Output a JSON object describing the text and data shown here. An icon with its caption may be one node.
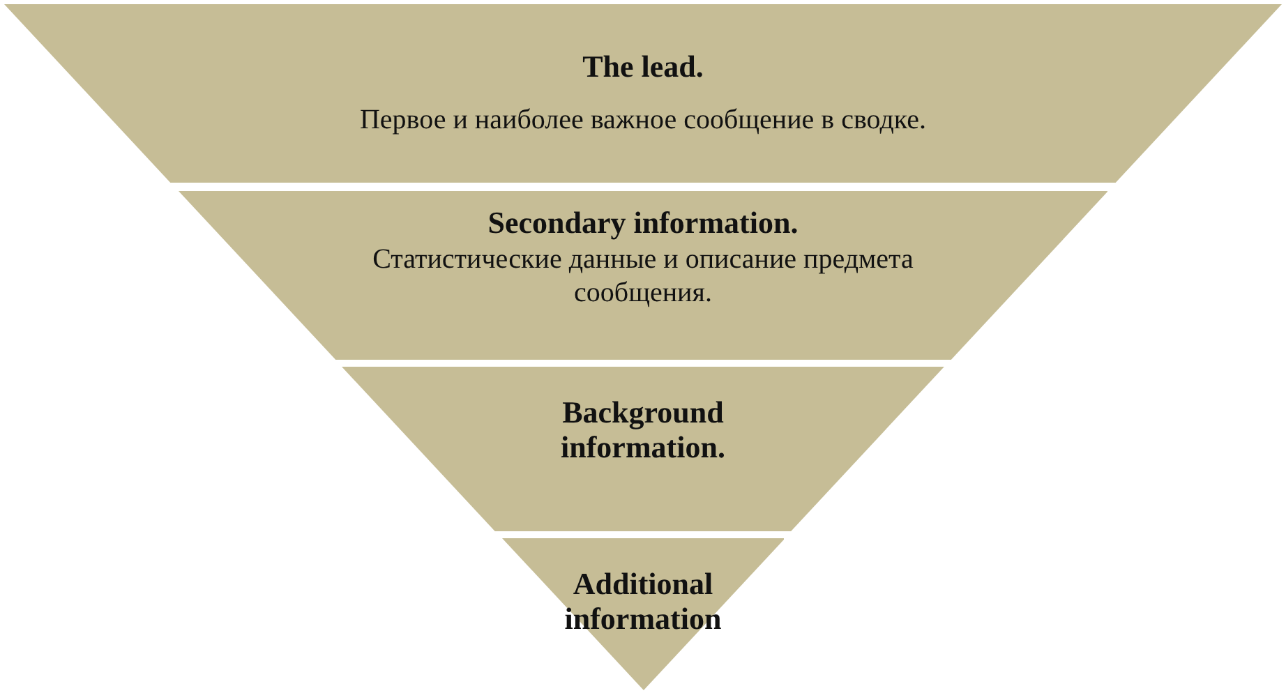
{
  "diagram": {
    "nodes": [
      {
        "text": [
          "The lead.",
          "Первое и наиболее важное сообщение в сводке."
        ]
      },
      {
        "text": [
          "Secondary information.",
          "Статистические данные и описание предмета сообщения."
        ]
      },
      {
        "text": [
          "Background information."
        ]
      },
      {
        "text": [
          "Additional information"
        ]
      }
    ]
  }
}
